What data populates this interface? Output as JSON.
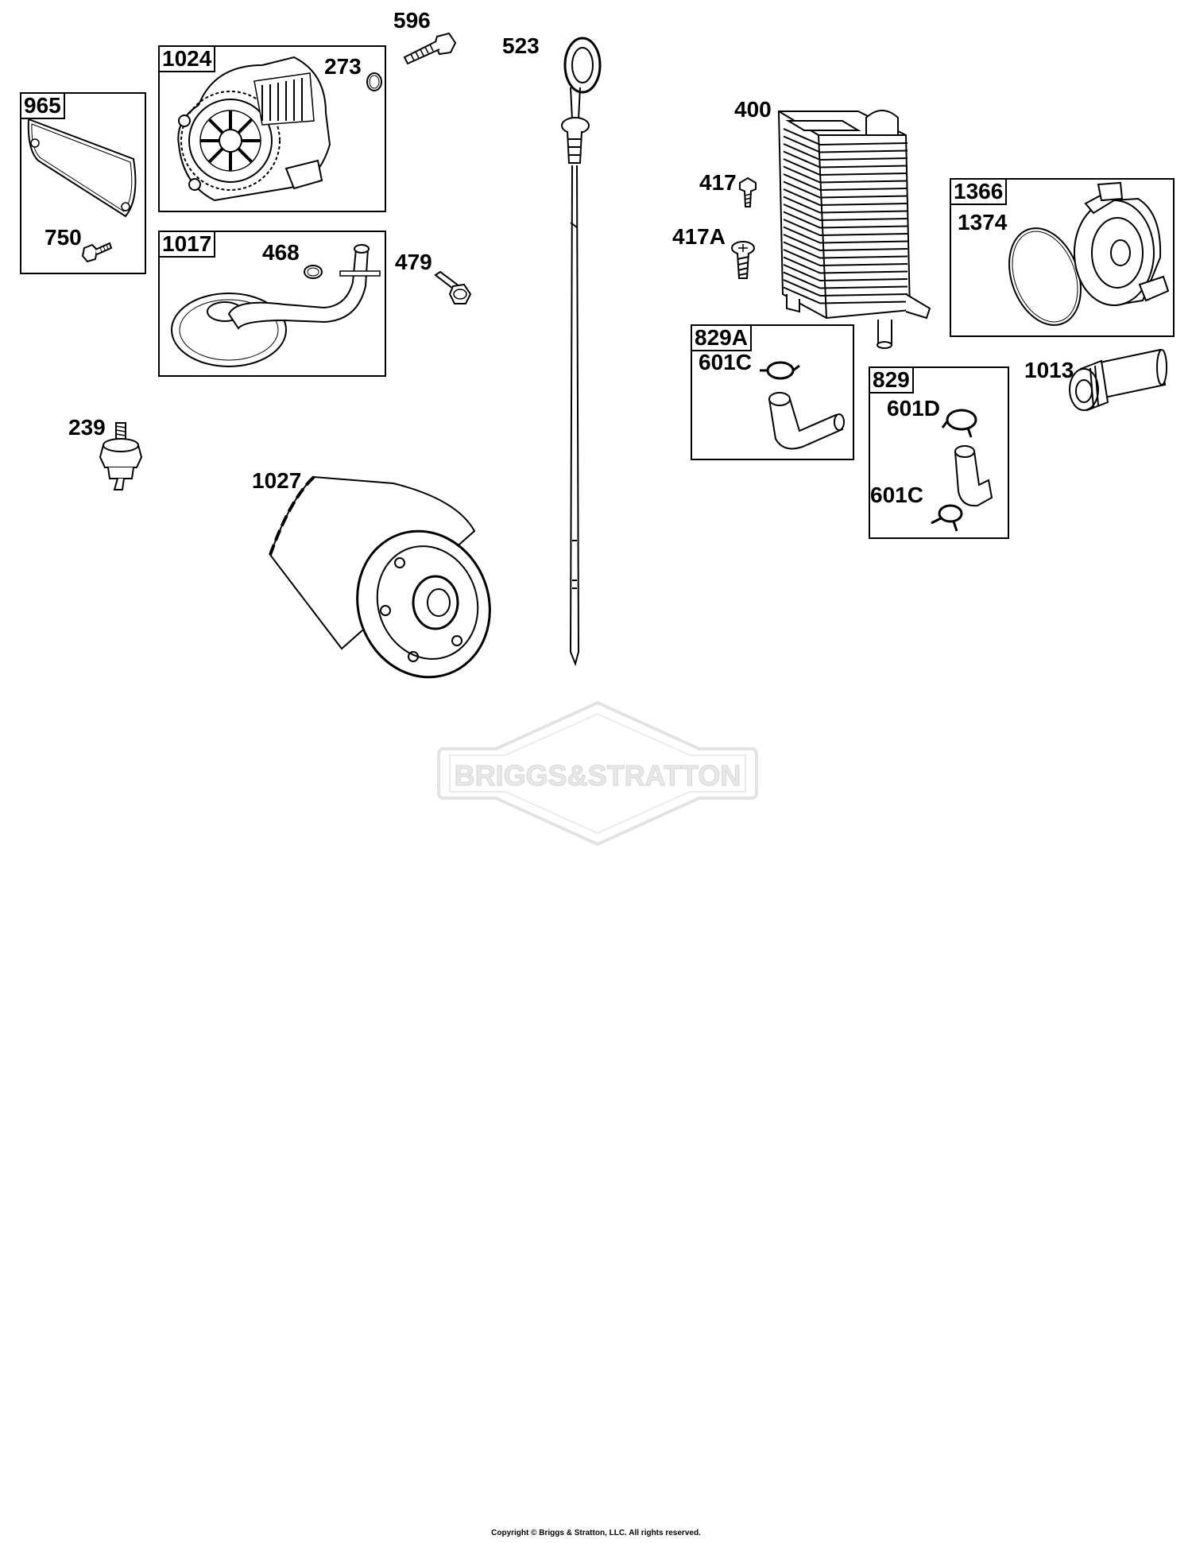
{
  "diagram": {
    "callouts": {
      "p596": "596",
      "p523": "523",
      "p273": "273",
      "p400": "400",
      "p417": "417",
      "p417A": "417A",
      "p1374": "1374",
      "p750": "750",
      "p468": "468",
      "p479": "479",
      "p601C_a": "601C",
      "p601D": "601D",
      "p601C_b": "601C",
      "p1013": "1013",
      "p239": "239",
      "p1027": "1027"
    },
    "boxes": {
      "b1024": "1024",
      "b965": "965",
      "b1017": "1017",
      "b1366": "1366",
      "b829A": "829A",
      "b829": "829"
    },
    "watermark": "BRIGGS&STRATTON",
    "copyright": "Copyright © Briggs & Stratton, LLC. All rights reserved."
  }
}
